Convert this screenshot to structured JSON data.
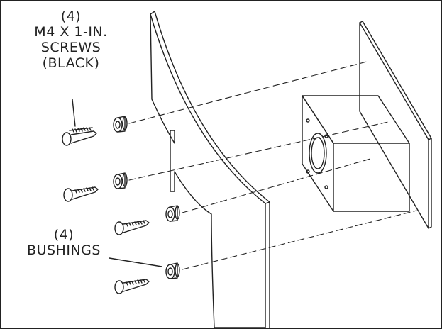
{
  "callouts": {
    "screws": {
      "quantity": "(4)",
      "line1": "M4 X 1-IN.",
      "line2": "SCREWS",
      "line3": "(BLACK)"
    },
    "bushings": {
      "quantity": "(4)",
      "line1": "BUSHINGS"
    }
  },
  "colors": {
    "stroke": "#222222",
    "background": "#ffffff"
  }
}
